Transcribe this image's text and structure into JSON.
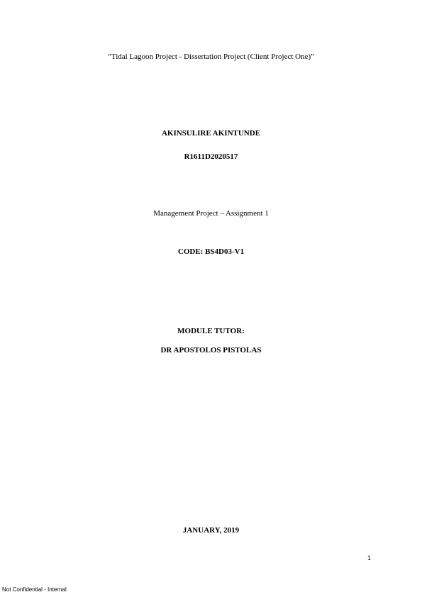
{
  "document": {
    "project_title": "“Tidal Lagoon Project - Dissertation Project (Client Project One)”",
    "student_name": "AKINSULIRE AKINTUNDE",
    "student_id": "R1611D2020517",
    "assignment": "Management Project – Assignment 1",
    "code": "CODE: BS4D03-V1",
    "tutor_heading": "MODULE TUTOR:",
    "tutor_name": "DR APOSTOLOS PISTOLAS",
    "date": "JANUARY, 2019"
  },
  "page": {
    "number": "1",
    "classification": "Not Confidential - Internal"
  }
}
